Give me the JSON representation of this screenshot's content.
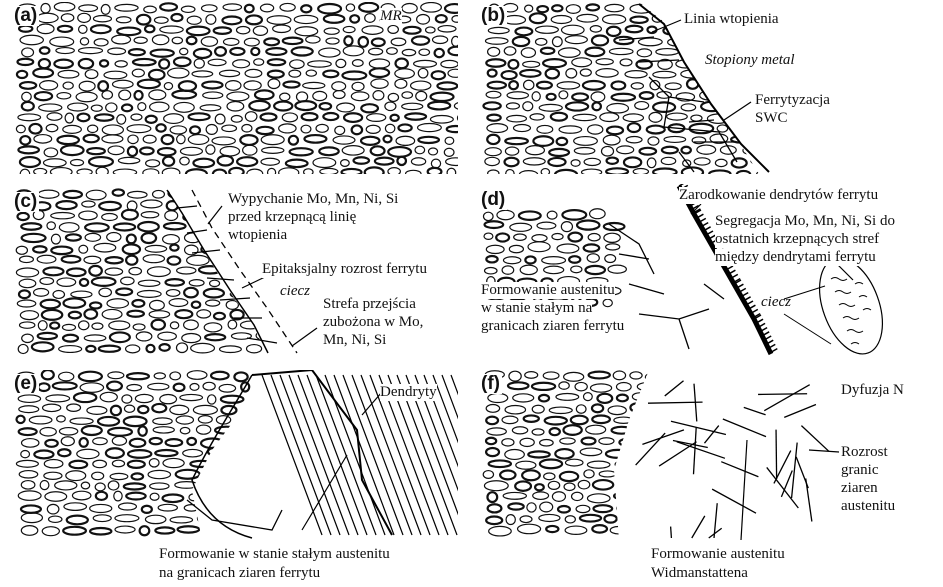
{
  "panels": [
    {
      "label": "(a)"
    },
    {
      "label": "(b)"
    },
    {
      "label": "(c)"
    },
    {
      "label": "(d)"
    },
    {
      "label": "(e)"
    },
    {
      "label": "(f)"
    }
  ],
  "annotations": {
    "a_mr": "MR",
    "b_fusion_line": "Linia wtopienia",
    "b_molten_metal": "Stopiony metal",
    "b_ferritization_1": "Ferrytyzacja",
    "b_ferritization_2": "SWC",
    "c_push_1": "Wypychanie Mo, Mn, Ni, Si",
    "c_push_2": "przed krzepnącą linię",
    "c_push_3": "wtopienia",
    "c_epitaxial": "Epitaksjalny rozrost ferrytu",
    "c_liquid": "ciecz",
    "c_zone_1": "Strefa przejścia",
    "c_zone_2": "zubożona w Mo,",
    "c_zone_3": "Mn, Ni, Si",
    "d_nucleation": "Zarodkowanie dendrytów ferrytu",
    "d_segregation_1": "Segregacja Mo, Mn, Ni, Si do",
    "d_segregation_2": "ostatnich krzepnących stref",
    "d_segregation_3": "między dendrytami ferrytu",
    "d_austenite_1": "Formowanie austenitu",
    "d_austenite_2": "w stanie stałym na",
    "d_austenite_3": "granicach ziaren ferrytu",
    "d_liquid": "ciecz",
    "e_dendrites": "Dendryty",
    "e_caption_1": "Formowanie w stanie stałym austenitu",
    "e_caption_2": "na granicach ziaren ferrytu",
    "f_diffusion": "Dyfuzja N",
    "f_growth_1": "Rozrost",
    "f_growth_2": "granic",
    "f_growth_3": "ziaren",
    "f_growth_4": "austenitu",
    "f_caption_1": "Formowanie austenitu",
    "f_caption_2": "Widmanstattena"
  }
}
